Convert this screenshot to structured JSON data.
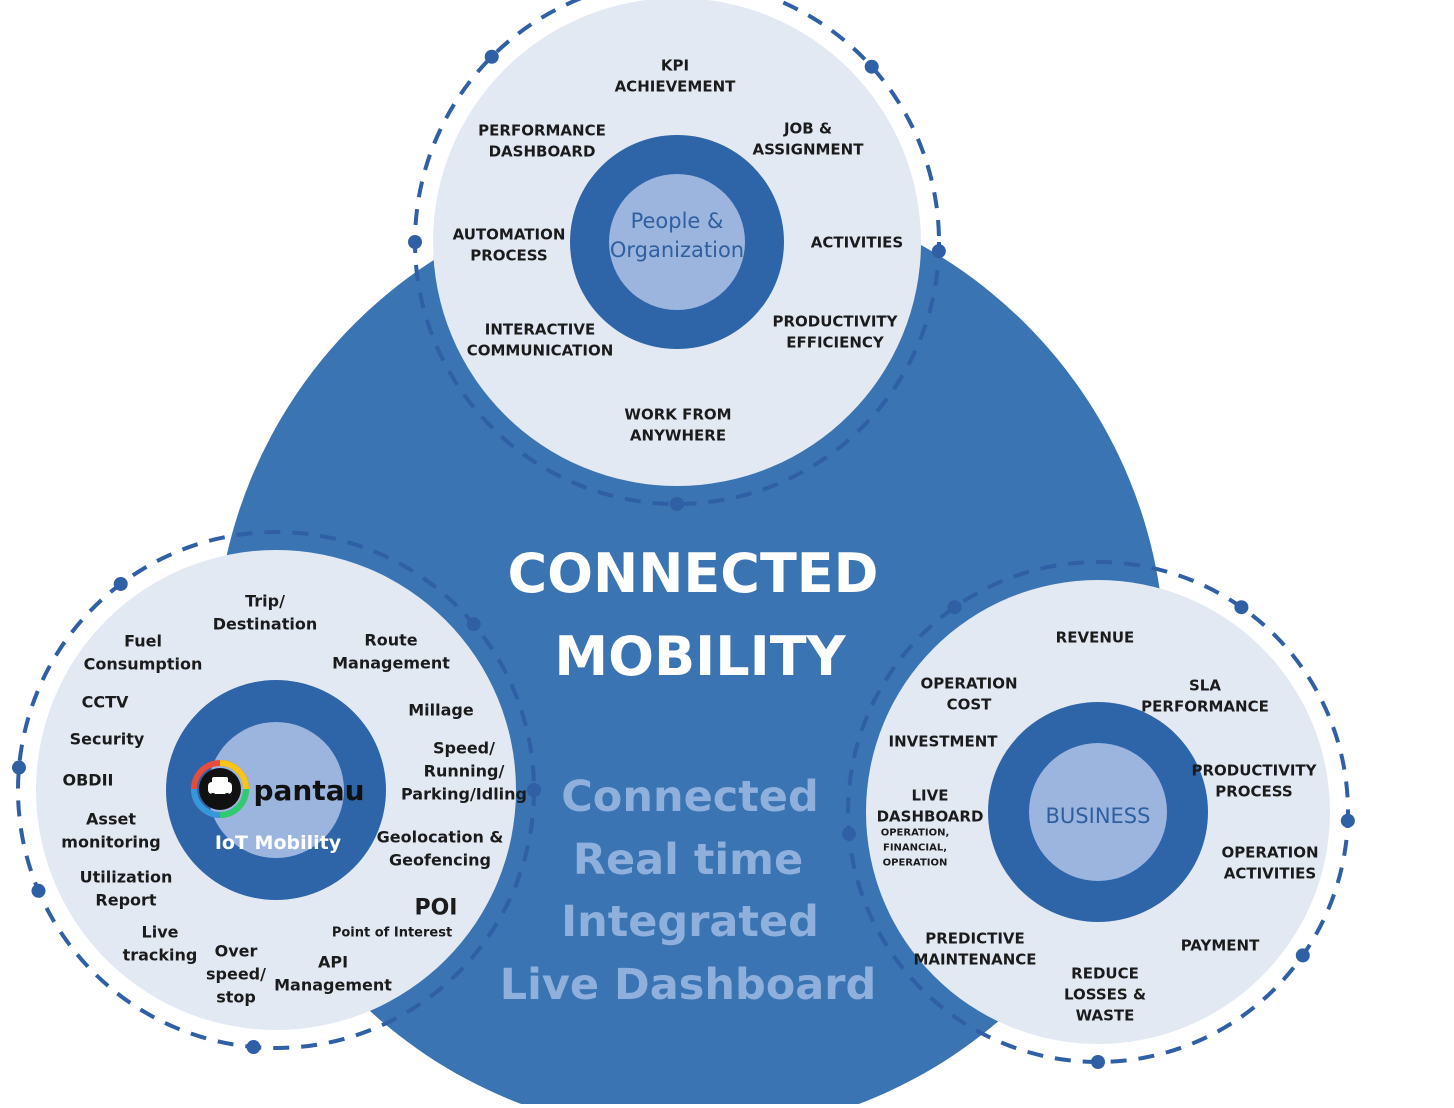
{
  "center": {
    "title_lines": [
      "CONNECTED",
      "MOBILITY"
    ],
    "tagline_lines": [
      "Connected",
      "Real time",
      "Integrated",
      "Live Dashboard"
    ]
  },
  "people_circle": {
    "core_lines": [
      "People &",
      "Organization"
    ],
    "labels": [
      {
        "id": "kpi",
        "lines": [
          "KPI",
          "ACHIEVEMENT"
        ]
      },
      {
        "id": "perf-dash",
        "lines": [
          "PERFORMANCE",
          "DASHBOARD"
        ]
      },
      {
        "id": "job",
        "lines": [
          "JOB &",
          "ASSIGNMENT"
        ]
      },
      {
        "id": "automation",
        "lines": [
          "AUTOMATION",
          "PROCESS"
        ]
      },
      {
        "id": "activities",
        "lines": [
          "ACTIVITIES"
        ]
      },
      {
        "id": "interactive",
        "lines": [
          "INTERACTIVE",
          "COMMUNICATION"
        ]
      },
      {
        "id": "productivity",
        "lines": [
          "PRODUCTIVITY",
          "EFFICIENCY"
        ]
      },
      {
        "id": "wfa",
        "lines": [
          "WORK FROM",
          "ANYWHERE"
        ]
      }
    ]
  },
  "iot_circle": {
    "logo_text": "pantau",
    "core_caption": "IoT Mobility",
    "labels": [
      {
        "id": "trip",
        "lines": [
          "Trip/",
          "Destination"
        ]
      },
      {
        "id": "fuel",
        "lines": [
          "Fuel",
          "Consumption"
        ]
      },
      {
        "id": "route",
        "lines": [
          "Route",
          "Management"
        ]
      },
      {
        "id": "cctv",
        "lines": [
          "CCTV"
        ]
      },
      {
        "id": "millage",
        "lines": [
          "Millage"
        ]
      },
      {
        "id": "security",
        "lines": [
          "Security"
        ]
      },
      {
        "id": "speed",
        "lines": [
          "Speed/",
          "Running/",
          "Parking/Idling"
        ]
      },
      {
        "id": "obdii",
        "lines": [
          "OBDII"
        ]
      },
      {
        "id": "asset",
        "lines": [
          "Asset",
          "monitoring"
        ]
      },
      {
        "id": "geo",
        "lines": [
          "Geolocation &",
          "Geofencing"
        ]
      },
      {
        "id": "util",
        "lines": [
          "Utilization",
          "Report"
        ]
      },
      {
        "id": "poi",
        "lines": [
          "POI"
        ]
      },
      {
        "id": "poi-sub",
        "lines": [
          "Point of Interest"
        ]
      },
      {
        "id": "live",
        "lines": [
          "Live",
          "tracking"
        ]
      },
      {
        "id": "over",
        "lines": [
          "Over",
          "speed/",
          "stop"
        ]
      },
      {
        "id": "api",
        "lines": [
          "API",
          "Management"
        ]
      }
    ]
  },
  "business_circle": {
    "core_lines": [
      "BUSINESS"
    ],
    "labels": [
      {
        "id": "revenue",
        "lines": [
          "REVENUE"
        ]
      },
      {
        "id": "opcost",
        "lines": [
          "OPERATION",
          "COST"
        ]
      },
      {
        "id": "sla",
        "lines": [
          "SLA",
          "PERFORMANCE"
        ]
      },
      {
        "id": "investment",
        "lines": [
          "INVESTMENT"
        ]
      },
      {
        "id": "prodproc",
        "lines": [
          "PRODUCTIVITY",
          "PROCESS"
        ]
      },
      {
        "id": "livedash",
        "lines": [
          "LIVE",
          "DASHBOARD"
        ]
      },
      {
        "id": "livedash-sub",
        "lines": [
          "OPERATION,",
          "FINANCIAL,",
          "OPERATION"
        ]
      },
      {
        "id": "opact",
        "lines": [
          "OPERATION",
          "ACTIVITIES"
        ]
      },
      {
        "id": "predictive",
        "lines": [
          "PREDICTIVE",
          "MAINTENANCE"
        ]
      },
      {
        "id": "payment",
        "lines": [
          "PAYMENT"
        ]
      },
      {
        "id": "reduce",
        "lines": [
          "REDUCE",
          "LOSSES &",
          "WASTE"
        ]
      }
    ]
  },
  "colors": {
    "main_blue": "#3a74b3",
    "ring_blue": "#2e65a8",
    "light_fill": "#e3e9f3",
    "core_fill": "#9bb5df",
    "dash_blue": "#2f5fa5",
    "tagline": "#8fb0dc"
  }
}
